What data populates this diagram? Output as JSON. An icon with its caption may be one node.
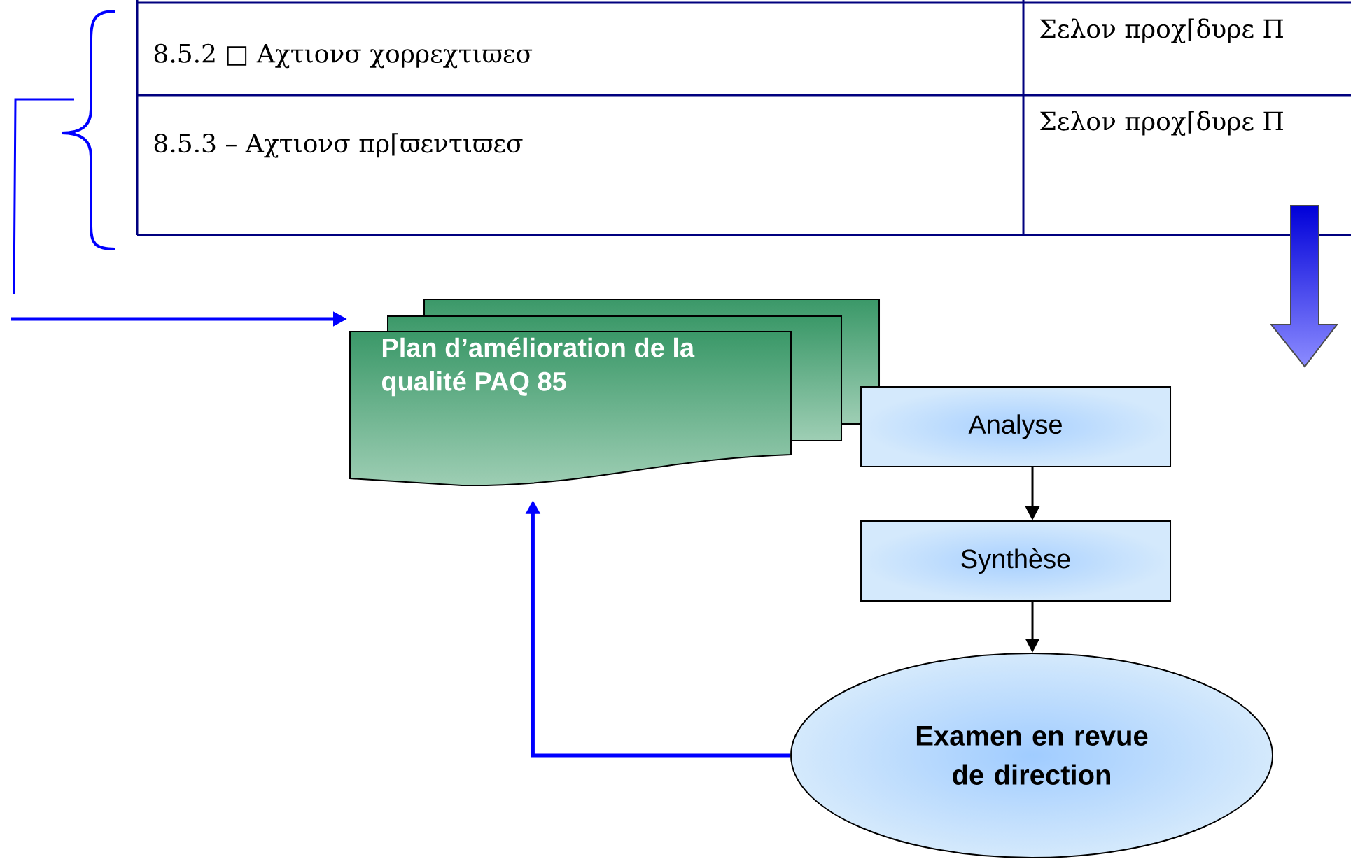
{
  "diagram": {
    "nodes": [
      {
        "text": [
          "Plan d’amélioration de la qualité PAQ 85"
        ]
      },
      {
        "text": [
          "Analyse"
        ]
      },
      {
        "text": [
          "Synthèse"
        ]
      },
      {
        "text": [
          "Examen en revue de direction"
        ]
      }
    ],
    "edges": [
      {
        "from": null,
        "to": 0,
        "arrow": "to",
        "color": "#0000ff"
      },
      {
        "from": 1,
        "to": 2,
        "arrow": "to",
        "color": "#000000"
      },
      {
        "from": 2,
        "to": 3,
        "arrow": "to",
        "color": "#000000"
      },
      {
        "from": 3,
        "to": 0,
        "arrow": "to",
        "color": "#0000ff"
      }
    ],
    "labels": [
      "8.5.2 □ Αχτιονσ χορρεχτιϖεσ",
      "Σελον προχ⌈δυρε Π",
      "8.5.3 – Αχτιονσ πρ⌈ϖεντιϖεσ",
      "Σελον προχ⌈δυρε Π"
    ]
  }
}
